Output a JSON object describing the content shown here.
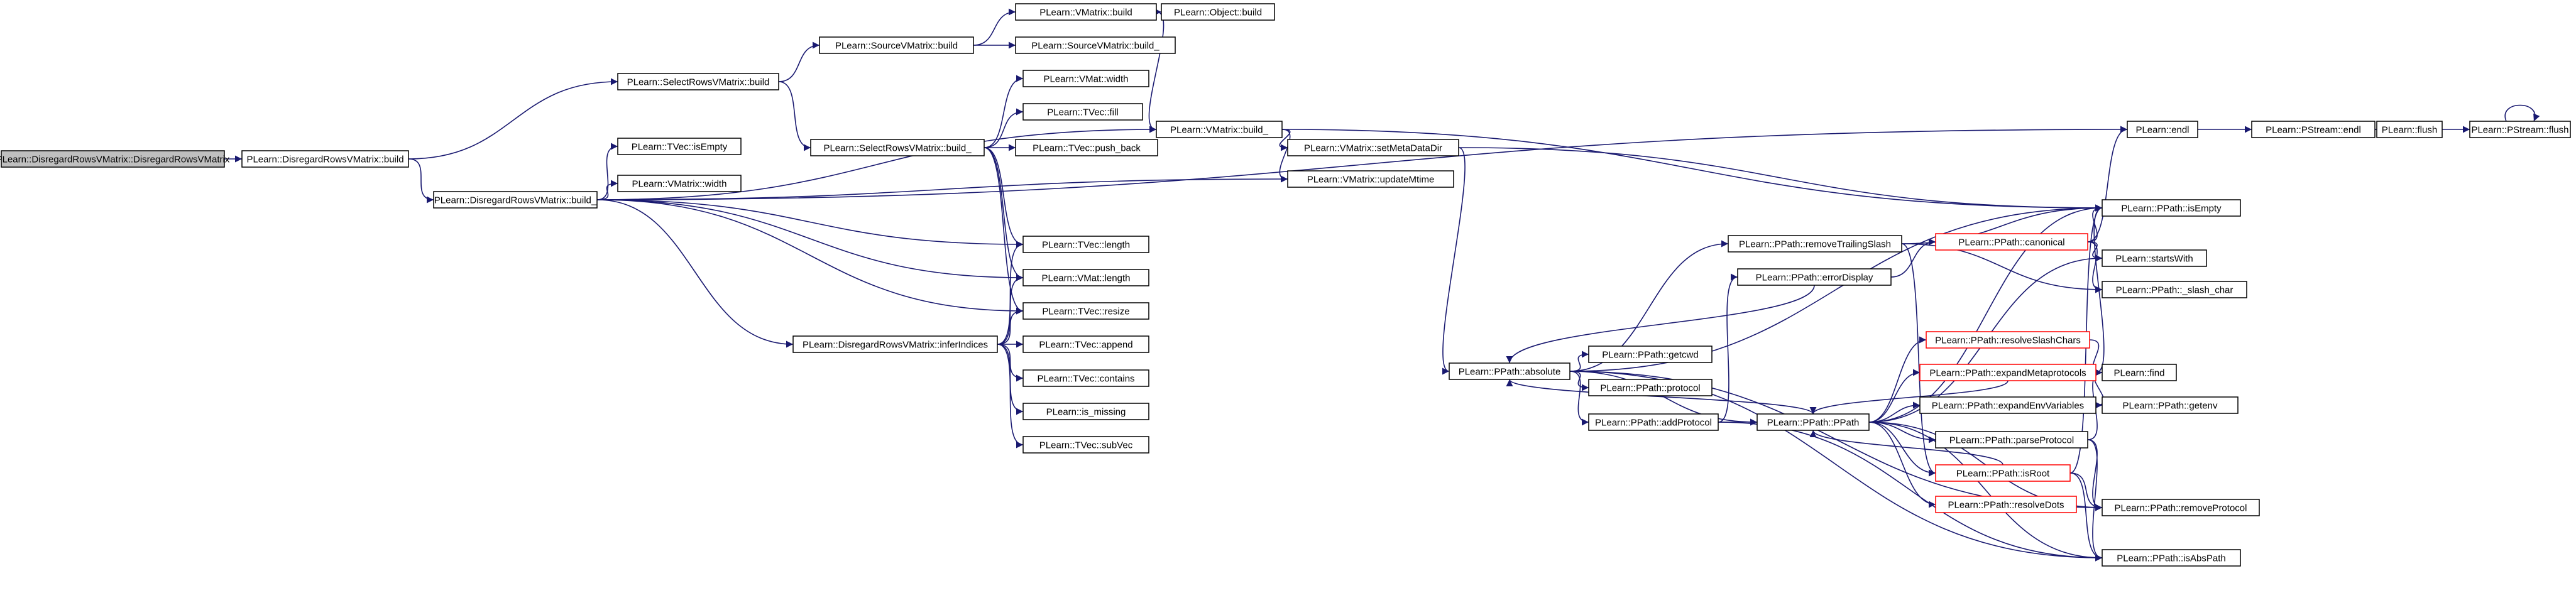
{
  "colors": {
    "edge": "#191970",
    "root_fill": "#bfbfbf",
    "node_border": "#000000",
    "highlight_border": "#ff0000",
    "background": "#ffffff"
  },
  "nodes": {
    "n0": {
      "label": "PLearn::DisregardRowsVMatrix::DisregardRowsVMatrix"
    },
    "n1": {
      "label": "PLearn::DisregardRowsVMatrix::build"
    },
    "n2": {
      "label": "PLearn::SelectRowsVMatrix::build"
    },
    "n3": {
      "label": "PLearn::DisregardRowsVMatrix::build_"
    },
    "n4": {
      "label": "PLearn::SourceVMatrix::build"
    },
    "n5": {
      "label": "PLearn::SelectRowsVMatrix::build_"
    },
    "n6": {
      "label": "PLearn::VMatrix::build"
    },
    "n7": {
      "label": "PLearn::SourceVMatrix::build_"
    },
    "n8": {
      "label": "PLearn::Object::build"
    },
    "n9": {
      "label": "PLearn::VMatrix::build_"
    },
    "n10": {
      "label": "PLearn::VMat::width"
    },
    "n11": {
      "label": "PLearn::TVec::fill"
    },
    "n12": {
      "label": "PLearn::TVec::push_back"
    },
    "n13": {
      "label": "PLearn::TVec::isEmpty"
    },
    "n14": {
      "label": "PLearn::VMatrix::width"
    },
    "n15": {
      "label": "PLearn::TVec::length"
    },
    "n16": {
      "label": "PLearn::VMat::length"
    },
    "n17": {
      "label": "PLearn::TVec::resize"
    },
    "n18": {
      "label": "PLearn::DisregardRowsVMatrix::inferIndices"
    },
    "n19": {
      "label": "PLearn::TVec::append"
    },
    "n20": {
      "label": "PLearn::TVec::contains"
    },
    "n21": {
      "label": "PLearn::is_missing"
    },
    "n22": {
      "label": "PLearn::TVec::subVec"
    },
    "n23": {
      "label": "PLearn::VMatrix::setMetaDataDir"
    },
    "n24": {
      "label": "PLearn::VMatrix::updateMtime"
    },
    "n25": {
      "label": "PLearn::endl"
    },
    "n26": {
      "label": "PLearn::PStream::endl"
    },
    "n27": {
      "label": "PLearn::flush"
    },
    "n28": {
      "label": "PLearn::PStream::flush"
    },
    "n29": {
      "label": "PLearn::PPath::isEmpty"
    },
    "n30": {
      "label": "PLearn::PPath::canonical"
    },
    "n31": {
      "label": "PLearn::PPath::removeTrailingSlash"
    },
    "n32": {
      "label": "PLearn::PPath::errorDisplay"
    },
    "n33": {
      "label": "PLearn::PPath::absolute"
    },
    "n34": {
      "label": "PLearn::PPath::getcwd"
    },
    "n35": {
      "label": "PLearn::PPath::protocol"
    },
    "n36": {
      "label": "PLearn::PPath::addProtocol"
    },
    "n37": {
      "label": "PLearn::PPath::PPath"
    },
    "n38": {
      "label": "PLearn::startsWith"
    },
    "n39": {
      "label": "PLearn::PPath::_slash_char"
    },
    "n40": {
      "label": "PLearn::PPath::resolveSlashChars"
    },
    "n41": {
      "label": "PLearn::PPath::expandMetaprotocols"
    },
    "n42": {
      "label": "PLearn::find"
    },
    "n43": {
      "label": "PLearn::PPath::expandEnvVariables"
    },
    "n44": {
      "label": "PLearn::PPath::getenv"
    },
    "n45": {
      "label": "PLearn::PPath::parseProtocol"
    },
    "n46": {
      "label": "PLearn::PPath::isRoot"
    },
    "n47": {
      "label": "PLearn::PPath::resolveDots"
    },
    "n48": {
      "label": "PLearn::PPath::removeProtocol"
    },
    "n49": {
      "label": "PLearn::PPath::isAbsPath"
    }
  }
}
